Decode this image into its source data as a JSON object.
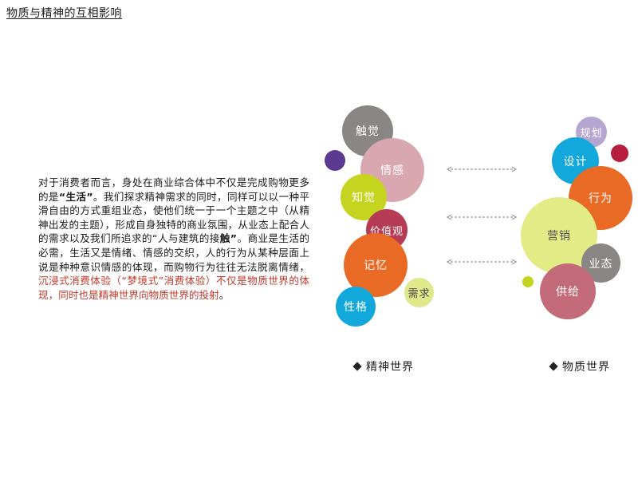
{
  "page": {
    "title": "物质与精神的互相影响"
  },
  "body": {
    "part1": "对于消费者而言，身处在商业综合体中不仅是完成购物更多的是",
    "quote1": "“生活”",
    "part2": "。我们探求精神需求的同时，同样可以以一种平滑自由的方式重组业态，使他们统一于一个主题之中（从精神出发的主题），形成自身独特的商业氛围，从业态上配合人的需求以及我们所追求的“人与建筑的接",
    "quote2": "触”",
    "part3": "。商业是生活的必需，生活又是情绪、情感的交织，人的行为从某种层面上说是种种意识情感的体现，而购物行为往往无法脱离情绪，",
    "red_text": "沉浸式消费体验（“梦境式”消费体验）不仅是物质世界的体现，同时也是精神世界向物质世界的投射",
    "part4": "。"
  },
  "spiritual": {
    "label": "精神世界",
    "bubbles": [
      {
        "label": "触觉",
        "color": "#8a8685"
      },
      {
        "label": "",
        "color": "#5c3a92"
      },
      {
        "label": "情感",
        "color": "#d9a7b0"
      },
      {
        "label": "知觉",
        "color": "#c4d41f"
      },
      {
        "label": "价值观",
        "color": "#b63b55"
      },
      {
        "label": "记忆",
        "color": "#e96a25"
      },
      {
        "label": "需求",
        "color": "#dfe98a",
        "text_color": "#444444"
      },
      {
        "label": "性格",
        "color": "#13a8dc"
      }
    ]
  },
  "material": {
    "label": "物质世界",
    "bubbles": [
      {
        "label": "规划",
        "color": "#b4a6d0"
      },
      {
        "label": "",
        "color": "#b51e3c"
      },
      {
        "label": "设计",
        "color": "#13a8dc"
      },
      {
        "label": "行为",
        "color": "#e96a25"
      },
      {
        "label": "营销",
        "color": "#e2eb86",
        "text_color": "#555555"
      },
      {
        "label": "业态",
        "color": "#8a8685"
      },
      {
        "label": "",
        "color": "#c4d41f"
      },
      {
        "label": "供给",
        "color": "#c36b79"
      }
    ]
  },
  "arrow_color": "#9a9a9a"
}
